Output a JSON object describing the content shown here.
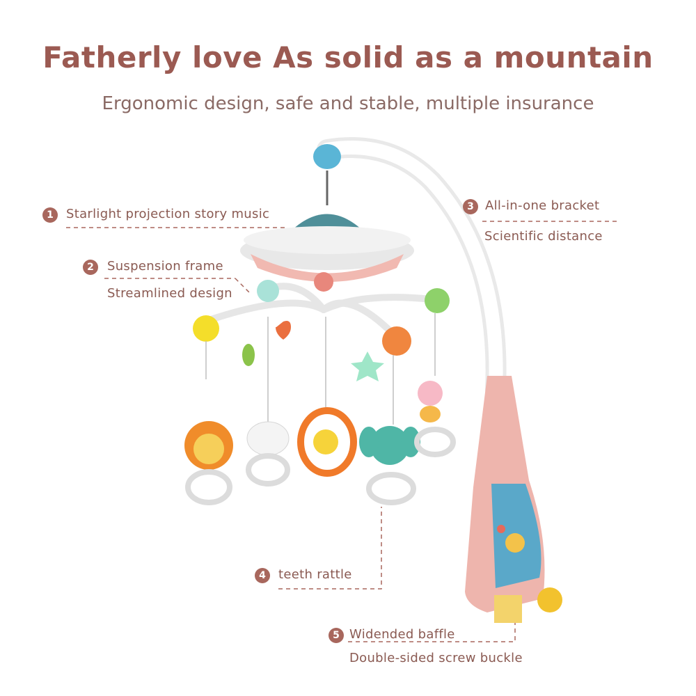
{
  "heading": {
    "title": "Fatherly love  As solid as a mountain",
    "subtitle": "Ergonomic design, safe and stable, multiple insurance"
  },
  "callouts": [
    {
      "number": "1",
      "line1": "Starlight projection story music",
      "line2": ""
    },
    {
      "number": "2",
      "line1": "Suspension frame",
      "line2": "Streamlined design"
    },
    {
      "number": "3",
      "line1": "All-in-one bracket",
      "line2": "Scientific distance"
    },
    {
      "number": "4",
      "line1": "teeth rattle",
      "line2": ""
    },
    {
      "number": "5",
      "line1": "Widended baffle",
      "line2": "Double-sided screw buckle"
    }
  ],
  "colors": {
    "title": "#9b5a52",
    "subtitle": "#8a6a65",
    "badge": "#a8675d",
    "bracket_pink": "#eeb5ad",
    "ufo_teal": "#4f8f99"
  }
}
